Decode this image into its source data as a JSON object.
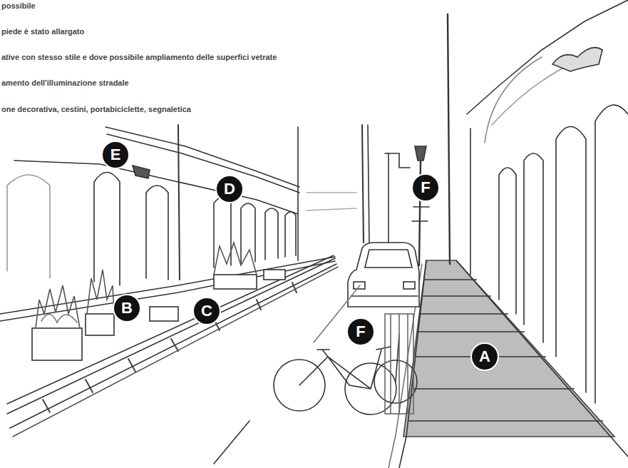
{
  "diagram": {
    "nodes": [
      {
        "text": [
          "E"
        ]
      },
      {
        "text": [
          "D"
        ]
      },
      {
        "text": [
          "F"
        ]
      },
      {
        "text": [
          "B"
        ]
      },
      {
        "text": [
          "C"
        ]
      },
      {
        "text": [
          "F"
        ]
      },
      {
        "text": [
          "A"
        ]
      }
    ],
    "labels": [
      "possibile",
      "piede è stato allargato",
      "ative con stesso stile e dove possibile ampliamento delle superfici vetrate",
      "amento dell'illuminazione stradale",
      "one decorativa, cestini, portabiciclette, segnaletica"
    ]
  }
}
